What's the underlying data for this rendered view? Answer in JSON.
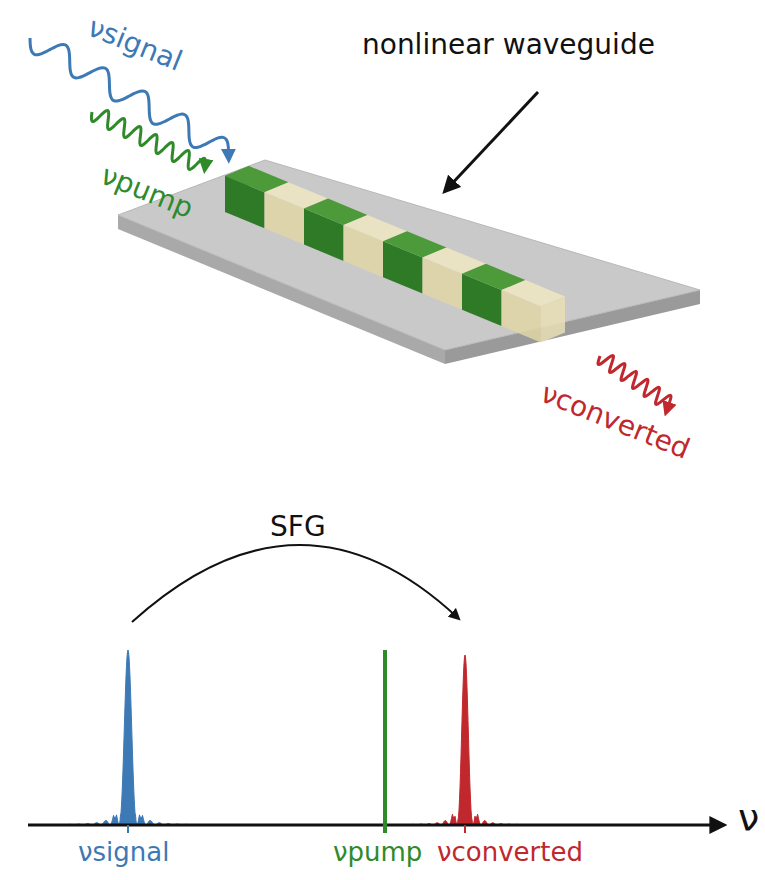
{
  "diagram": {
    "labels": [
      "νsignal",
      "νpump",
      "nonlinear waveguide",
      "νconverted",
      "SFG",
      "νsignal",
      "νpump",
      "νconverted",
      "ν"
    ]
  }
}
